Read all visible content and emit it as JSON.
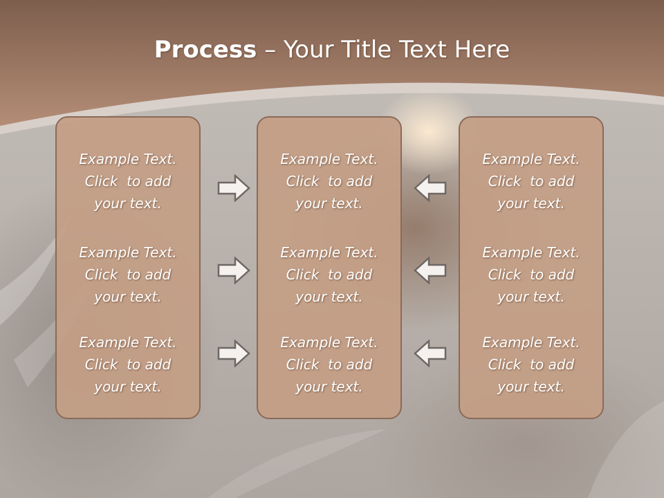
{
  "title": {
    "bold": "Process",
    "rest": " – Your Title Text Here"
  },
  "panels": [
    {
      "blocks": [
        {
          "line1": "Example Text.",
          "line2": "Click  to add",
          "line3": "your text."
        },
        {
          "line1": "Example Text.",
          "line2": "Click  to add",
          "line3": "your text."
        },
        {
          "line1": "Example Text.",
          "line2": "Click  to add",
          "line3": "your text."
        }
      ]
    },
    {
      "blocks": [
        {
          "line1": "Example Text.",
          "line2": "Click  to add",
          "line3": "your text."
        },
        {
          "line1": "Example Text.",
          "line2": "Click  to add",
          "line3": "your text."
        },
        {
          "line1": "Example Text.",
          "line2": "Click  to add",
          "line3": "your text."
        }
      ]
    },
    {
      "blocks": [
        {
          "line1": "Example Text.",
          "line2": "Click  to add",
          "line3": "your text."
        },
        {
          "line1": "Example Text.",
          "line2": "Click  to add",
          "line3": "your text."
        },
        {
          "line1": "Example Text.",
          "line2": "Click  to add",
          "line3": "your text."
        }
      ]
    }
  ],
  "arrows": {
    "left_column": "right-arrow-icon",
    "right_column": "left-arrow-icon"
  },
  "colors": {
    "banner": "#a9806a",
    "panel": "#c49e85",
    "panel_border": "#8a6a58",
    "text": "#ffffff"
  }
}
